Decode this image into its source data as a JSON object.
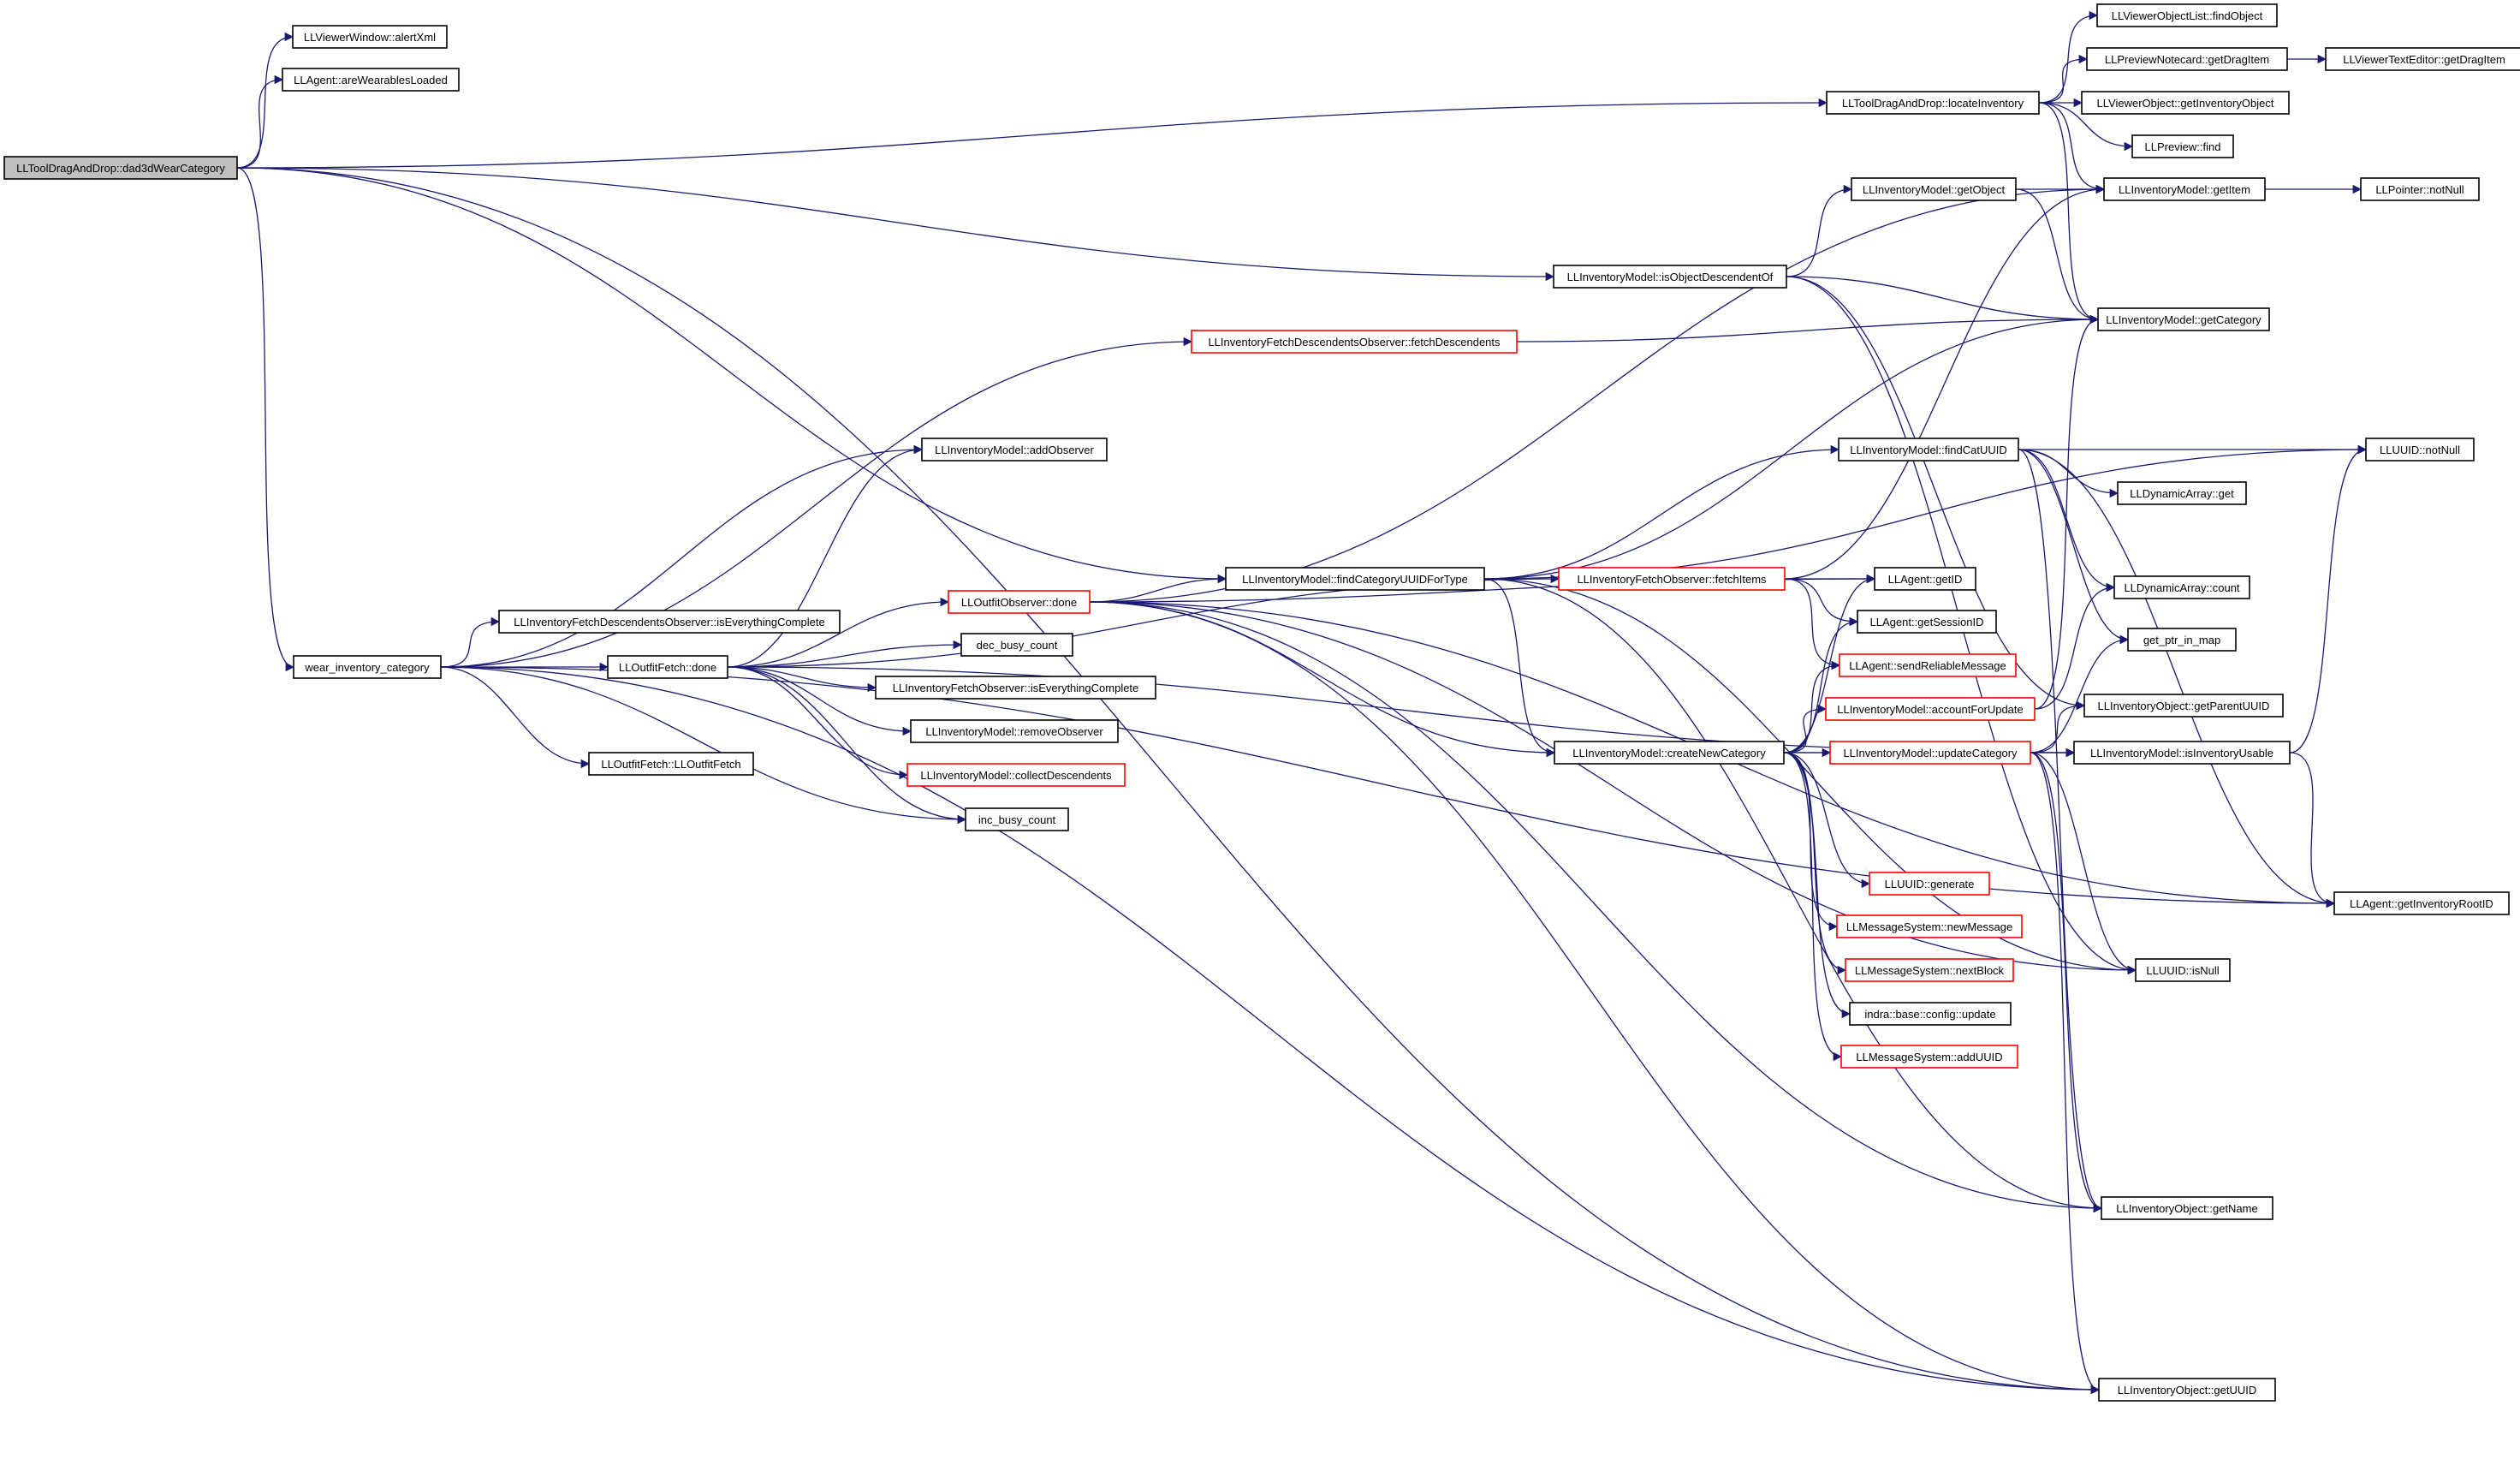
{
  "colors": {
    "edge": "#191970",
    "node_border": "#000000",
    "truncated_border": "#ff0000",
    "root_fill": "#bfbfbf"
  },
  "nodes": [
    {
      "id": "root",
      "label": "LLToolDragAndDrop::dad3dWearCategory",
      "style": "root"
    },
    {
      "id": "alertXml",
      "label": "LLViewerWindow::alertXml",
      "style": "normal"
    },
    {
      "id": "areWearablesLoaded",
      "label": "LLAgent::areWearablesLoaded",
      "style": "normal"
    },
    {
      "id": "locateInventory",
      "label": "LLToolDragAndDrop::locateInventory",
      "style": "normal"
    },
    {
      "id": "vol_findObject",
      "label": "LLViewerObjectList::findObject",
      "style": "normal"
    },
    {
      "id": "pn_getDragItem",
      "label": "LLPreviewNotecard::getDragItem",
      "style": "normal"
    },
    {
      "id": "vte_getDragItem",
      "label": "LLViewerTextEditor::getDragItem",
      "style": "normal"
    },
    {
      "id": "vo_getInventoryObject",
      "label": "LLViewerObject::getInventoryObject",
      "style": "normal"
    },
    {
      "id": "preview_find",
      "label": "LLPreview::find",
      "style": "normal"
    },
    {
      "id": "im_getObject",
      "label": "LLInventoryModel::getObject",
      "style": "normal"
    },
    {
      "id": "im_getItem",
      "label": "LLInventoryModel::getItem",
      "style": "normal"
    },
    {
      "id": "ptr_notNull",
      "label": "LLPointer::notNull",
      "style": "normal"
    },
    {
      "id": "im_isObjectDescendentOf",
      "label": "LLInventoryModel::isObjectDescendentOf",
      "style": "normal"
    },
    {
      "id": "im_getCategory",
      "label": "LLInventoryModel::getCategory",
      "style": "normal"
    },
    {
      "id": "ifdo_fetchDescendents",
      "label": "LLInventoryFetchDescendentsObserver::fetchDescendents",
      "style": "truncated"
    },
    {
      "id": "im_addObserver",
      "label": "LLInventoryModel::addObserver",
      "style": "normal"
    },
    {
      "id": "im_findCatUUID",
      "label": "LLInventoryModel::findCatUUID",
      "style": "normal"
    },
    {
      "id": "uuid_notNull",
      "label": "LLUUID::notNull",
      "style": "normal"
    },
    {
      "id": "da_get",
      "label": "LLDynamicArray::get",
      "style": "normal"
    },
    {
      "id": "im_findCategoryUUIDForType",
      "label": "LLInventoryModel::findCategoryUUIDForType",
      "style": "normal"
    },
    {
      "id": "ifo_fetchItems",
      "label": "LLInventoryFetchObserver::fetchItems",
      "style": "truncated"
    },
    {
      "id": "agent_getID",
      "label": "LLAgent::getID",
      "style": "normal"
    },
    {
      "id": "da_count",
      "label": "LLDynamicArray::count",
      "style": "normal"
    },
    {
      "id": "oo_done",
      "label": "LLOutfitObserver::done",
      "style": "truncated"
    },
    {
      "id": "ifdo_isEverythingComplete",
      "label": "LLInventoryFetchDescendentsObserver::isEverythingComplete",
      "style": "normal"
    },
    {
      "id": "agent_getSessionID",
      "label": "LLAgent::getSessionID",
      "style": "normal"
    },
    {
      "id": "get_ptr_in_map",
      "label": "get_ptr_in_map",
      "style": "normal"
    },
    {
      "id": "dec_busy_count",
      "label": "dec_busy_count",
      "style": "normal"
    },
    {
      "id": "agent_sendReliableMessage",
      "label": "LLAgent::sendReliableMessage",
      "style": "truncated"
    },
    {
      "id": "wear_inventory_category",
      "label": "wear_inventory_category",
      "style": "normal"
    },
    {
      "id": "of_done",
      "label": "LLOutfitFetch::done",
      "style": "normal"
    },
    {
      "id": "ifo_isEverythingComplete",
      "label": "LLInventoryFetchObserver::isEverythingComplete",
      "style": "normal"
    },
    {
      "id": "im_accountForUpdate",
      "label": "LLInventoryModel::accountForUpdate",
      "style": "truncated"
    },
    {
      "id": "io_getParentUUID",
      "label": "LLInventoryObject::getParentUUID",
      "style": "normal"
    },
    {
      "id": "im_removeObserver",
      "label": "LLInventoryModel::removeObserver",
      "style": "normal"
    },
    {
      "id": "im_createNewCategory",
      "label": "LLInventoryModel::createNewCategory",
      "style": "normal"
    },
    {
      "id": "im_updateCategory",
      "label": "LLInventoryModel::updateCategory",
      "style": "truncated"
    },
    {
      "id": "im_isInventoryUsable",
      "label": "LLInventoryModel::isInventoryUsable",
      "style": "normal"
    },
    {
      "id": "of_ctor",
      "label": "LLOutfitFetch::LLOutfitFetch",
      "style": "normal"
    },
    {
      "id": "im_collectDescendents",
      "label": "LLInventoryModel::collectDescendents",
      "style": "truncated"
    },
    {
      "id": "inc_busy_count",
      "label": "inc_busy_count",
      "style": "normal"
    },
    {
      "id": "uuid_generate",
      "label": "LLUUID::generate",
      "style": "truncated"
    },
    {
      "id": "agent_getInventoryRootID",
      "label": "LLAgent::getInventoryRootID",
      "style": "normal"
    },
    {
      "id": "ms_newMessage",
      "label": "LLMessageSystem::newMessage",
      "style": "truncated"
    },
    {
      "id": "ms_nextBlock",
      "label": "LLMessageSystem::nextBlock",
      "style": "truncated"
    },
    {
      "id": "uuid_isNull",
      "label": "LLUUID::isNull",
      "style": "normal"
    },
    {
      "id": "indra_update",
      "label": "indra::base::config::update",
      "style": "normal"
    },
    {
      "id": "ms_addUUID",
      "label": "LLMessageSystem::addUUID",
      "style": "truncated"
    },
    {
      "id": "io_getName",
      "label": "LLInventoryObject::getName",
      "style": "normal"
    },
    {
      "id": "io_getUUID",
      "label": "LLInventoryObject::getUUID",
      "style": "normal"
    }
  ],
  "edges": [
    [
      "root",
      "alertXml"
    ],
    [
      "root",
      "areWearablesLoaded"
    ],
    [
      "root",
      "locateInventory"
    ],
    [
      "root",
      "im_isObjectDescendentOf"
    ],
    [
      "root",
      "im_findCategoryUUIDForType"
    ],
    [
      "root",
      "wear_inventory_category"
    ],
    [
      "root",
      "io_getUUID"
    ],
    [
      "locateInventory",
      "vol_findObject"
    ],
    [
      "locateInventory",
      "pn_getDragItem"
    ],
    [
      "locateInventory",
      "vo_getInventoryObject"
    ],
    [
      "locateInventory",
      "preview_find"
    ],
    [
      "locateInventory",
      "im_getItem"
    ],
    [
      "locateInventory",
      "im_getCategory"
    ],
    [
      "pn_getDragItem",
      "vte_getDragItem"
    ],
    [
      "im_getObject",
      "im_getItem"
    ],
    [
      "im_getObject",
      "im_getCategory"
    ],
    [
      "im_getItem",
      "ptr_notNull"
    ],
    [
      "im_isObjectDescendentOf",
      "im_getObject"
    ],
    [
      "im_isObjectDescendentOf",
      "im_getCategory"
    ],
    [
      "im_isObjectDescendentOf",
      "uuid_isNull"
    ],
    [
      "im_isObjectDescendentOf",
      "io_getParentUUID"
    ],
    [
      "ifdo_fetchDescendents",
      "im_getCategory"
    ],
    [
      "wear_inventory_category",
      "ifdo_fetchDescendents"
    ],
    [
      "wear_inventory_category",
      "im_addObserver"
    ],
    [
      "wear_inventory_category",
      "ifdo_isEverythingComplete"
    ],
    [
      "wear_inventory_category",
      "of_done"
    ],
    [
      "wear_inventory_category",
      "of_ctor"
    ],
    [
      "wear_inventory_category",
      "inc_busy_count"
    ],
    [
      "wear_inventory_category",
      "io_getUUID"
    ],
    [
      "wear_inventory_category",
      "agent_getInventoryRootID"
    ],
    [
      "of_done",
      "im_addObserver"
    ],
    [
      "of_done",
      "oo_done"
    ],
    [
      "of_done",
      "dec_busy_count"
    ],
    [
      "of_done",
      "ifo_isEverythingComplete"
    ],
    [
      "of_done",
      "im_removeObserver"
    ],
    [
      "of_done",
      "im_collectDescendents"
    ],
    [
      "of_done",
      "inc_busy_count"
    ],
    [
      "of_done",
      "ifo_fetchItems"
    ],
    [
      "of_done",
      "im_isInventoryUsable"
    ],
    [
      "oo_done",
      "im_findCategoryUUIDForType"
    ],
    [
      "oo_done",
      "im_getItem"
    ],
    [
      "oo_done",
      "im_createNewCategory"
    ],
    [
      "oo_done",
      "agent_getID"
    ],
    [
      "oo_done",
      "uuid_isNull"
    ],
    [
      "oo_done",
      "io_getName"
    ],
    [
      "oo_done",
      "io_getUUID"
    ],
    [
      "oo_done",
      "agent_getInventoryRootID"
    ],
    [
      "im_findCategoryUUIDForType",
      "im_findCatUUID"
    ],
    [
      "im_findCategoryUUIDForType",
      "uuid_notNull"
    ],
    [
      "im_findCategoryUUIDForType",
      "im_getCategory"
    ],
    [
      "im_findCategoryUUIDForType",
      "im_createNewCategory"
    ],
    [
      "im_findCategoryUUIDForType",
      "uuid_isNull"
    ],
    [
      "im_findCategoryUUIDForType",
      "io_getName"
    ],
    [
      "ifo_fetchItems",
      "agent_getID"
    ],
    [
      "ifo_fetchItems",
      "agent_getSessionID"
    ],
    [
      "ifo_fetchItems",
      "agent_sendReliableMessage"
    ],
    [
      "ifo_fetchItems",
      "im_getItem"
    ],
    [
      "im_findCatUUID",
      "uuid_notNull"
    ],
    [
      "im_findCatUUID",
      "da_get"
    ],
    [
      "im_findCatUUID",
      "da_count"
    ],
    [
      "im_findCatUUID",
      "get_ptr_in_map"
    ],
    [
      "im_findCatUUID",
      "agent_getInventoryRootID"
    ],
    [
      "im_findCatUUID",
      "io_getName"
    ],
    [
      "im_createNewCategory",
      "agent_getID"
    ],
    [
      "im_createNewCategory",
      "agent_getSessionID"
    ],
    [
      "im_createNewCategory",
      "agent_sendReliableMessage"
    ],
    [
      "im_createNewCategory",
      "im_accountForUpdate"
    ],
    [
      "im_createNewCategory",
      "im_updateCategory"
    ],
    [
      "im_createNewCategory",
      "im_isInventoryUsable"
    ],
    [
      "im_createNewCategory",
      "uuid_generate"
    ],
    [
      "im_createNewCategory",
      "ms_newMessage"
    ],
    [
      "im_createNewCategory",
      "ms_nextBlock"
    ],
    [
      "im_createNewCategory",
      "indra_update"
    ],
    [
      "im_createNewCategory",
      "ms_addUUID"
    ],
    [
      "im_accountForUpdate",
      "im_getCategory"
    ],
    [
      "im_accountForUpdate",
      "da_count"
    ],
    [
      "im_updateCategory",
      "im_isInventoryUsable"
    ],
    [
      "im_updateCategory",
      "get_ptr_in_map"
    ],
    [
      "im_updateCategory",
      "io_getParentUUID"
    ],
    [
      "im_updateCategory",
      "uuid_isNull"
    ],
    [
      "im_updateCategory",
      "io_getName"
    ],
    [
      "im_updateCategory",
      "io_getUUID"
    ],
    [
      "im_isInventoryUsable",
      "uuid_notNull"
    ],
    [
      "im_isInventoryUsable",
      "agent_getInventoryRootID"
    ]
  ]
}
